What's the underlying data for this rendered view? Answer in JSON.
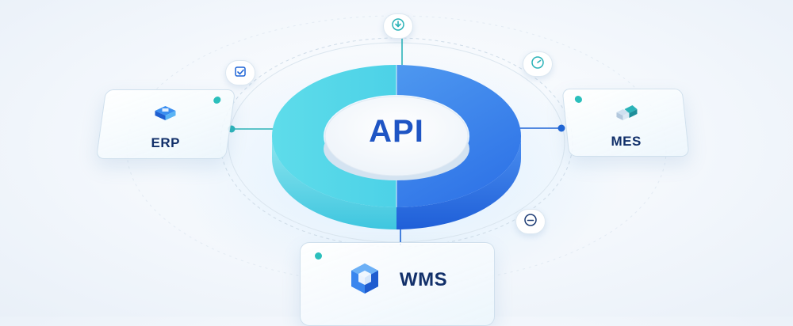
{
  "diagram": {
    "center": {
      "label": "API"
    },
    "nodes": {
      "erp": {
        "label": "ERP",
        "icon": "stacked-box-icon"
      },
      "mes": {
        "label": "MES",
        "icon": "cube-cluster-icon"
      },
      "wms": {
        "label": "WMS",
        "icon": "hexagon-box-icon"
      }
    },
    "badges": {
      "top": {
        "icon": "download-icon"
      },
      "left": {
        "icon": "checklist-icon"
      },
      "right": {
        "icon": "gauge-icon"
      },
      "bottom": {
        "icon": "minus-circle-icon"
      }
    },
    "colors": {
      "ring_cyan": "#4fd6e6",
      "ring_blue": "#2e73ea",
      "connector_teal": "#2bb3b8",
      "connector_blue": "#1e64d6",
      "label_dark": "#12306a",
      "center_text": "#1f55c4",
      "node_dot": "#2bbfbc"
    }
  }
}
